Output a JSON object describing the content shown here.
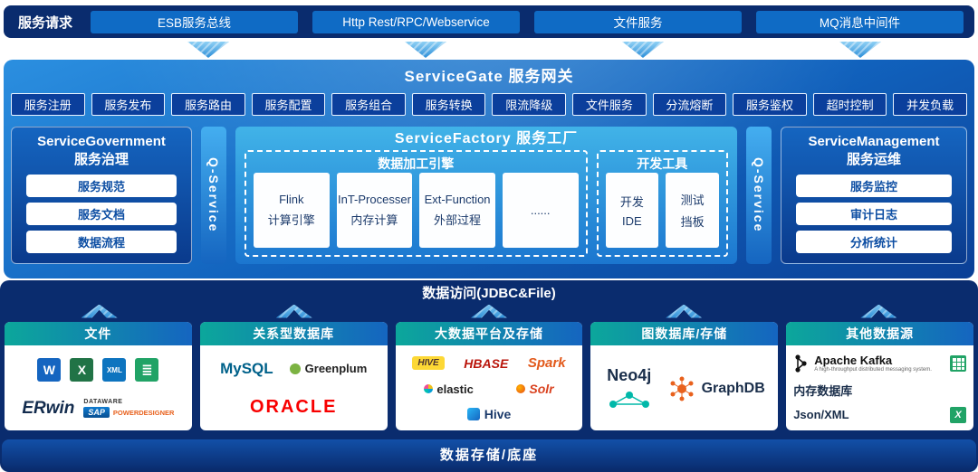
{
  "top": {
    "label": "服务请求",
    "buttons": [
      "ESB服务总线",
      "Http Rest/RPC/Webservice",
      "文件服务",
      "MQ消息中间件"
    ]
  },
  "gateway": {
    "title": "ServiceGate 服务网关",
    "buttons": [
      "服务注册",
      "服务发布",
      "服务路由",
      "服务配置",
      "服务组合",
      "服务转换",
      "限流降级",
      "文件服务",
      "分流熔断",
      "服务鉴权",
      "超时控制",
      "并发负载"
    ]
  },
  "governance": {
    "title_en": "ServiceGovernment",
    "title_cn": "服务治理",
    "items": [
      "服务规范",
      "服务文档",
      "数据流程"
    ]
  },
  "qservice": {
    "left": "Q-Service",
    "right": "Q-Service"
  },
  "factory": {
    "title": "ServiceFactory 服务工厂",
    "engine": {
      "title": "数据加工引擎",
      "cards": [
        {
          "l1": "Flink",
          "l2": "计算引擎"
        },
        {
          "l1": "InT-Processer",
          "l2": "内存计算"
        },
        {
          "l1": "Ext-Function",
          "l2": "外部过程"
        },
        {
          "l1": "......",
          "l2": ""
        }
      ]
    },
    "tools": {
      "title": "开发工具",
      "cards": [
        {
          "l1": "开发",
          "l2": "IDE"
        },
        {
          "l1": "测试",
          "l2": "挡板"
        }
      ]
    }
  },
  "management": {
    "title_en": "ServiceManagement",
    "title_cn": "服务运维",
    "items": [
      "服务监控",
      "审计日志",
      "分析统计"
    ]
  },
  "data_access": {
    "label": "数据访问(JDBC&File)"
  },
  "sources": {
    "files": {
      "title": "文件",
      "word": "W",
      "excel": "X",
      "xml": "XML",
      "erwin": "ERwin",
      "dataware": "DATAWARE",
      "sap": "SAP",
      "powerdesigner": "POWERDESIGNER"
    },
    "relational": {
      "title": "关系型数据库",
      "mysql": "MySQL",
      "greenplum": "Greenplum",
      "oracle": "ORACLE"
    },
    "bigdata": {
      "title": "大数据平台及存储",
      "hive1": "HIVE",
      "hbase": "HBASE",
      "spark": "Spark",
      "elastic": "elastic",
      "solr": "Solr",
      "hive2": "Hive"
    },
    "graph": {
      "title": "图数据库/存储",
      "neo4j": "Neo4j",
      "graphdb": "GraphDB"
    },
    "other": {
      "title": "其他数据源",
      "kafka": "Apache Kafka",
      "kafka_sub": "A high-throughput distributed messaging system.",
      "memdb": "内存数据库",
      "json": "Json/XML"
    }
  },
  "bottom": {
    "label": "数据存储/底座"
  },
  "colors": {
    "navy": "#0a2c6e",
    "panel_blue": "#1162bd",
    "button_blue": "#0f6bc5",
    "header_teal": "#0ca79b",
    "oracle_red": "#f80000",
    "spark_orange": "#e25a1c"
  }
}
